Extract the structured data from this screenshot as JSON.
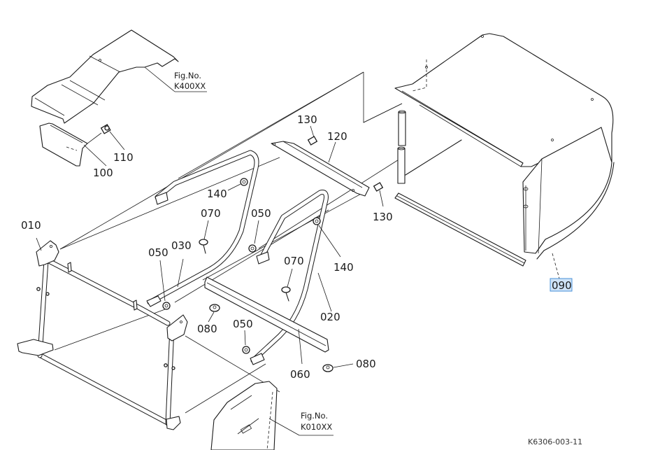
{
  "diagram": {
    "title": "Grass catcher frame parts diagram",
    "drawing_code": "K6306-003-11",
    "highlight_color": "#cfe3f7",
    "highlight_border": "#4a90d9",
    "figure_refs": [
      {
        "line1": "Fig.No.",
        "line2": "K400XX"
      },
      {
        "line1": "Fig.No.",
        "line2": "K010XX"
      }
    ],
    "part_labels": {
      "p010": "010",
      "p020": "020",
      "p030": "030",
      "p050a": "050",
      "p050b": "050",
      "p050c": "050",
      "p060": "060",
      "p070a": "070",
      "p070b": "070",
      "p080a": "080",
      "p080b": "080",
      "p090": "090",
      "p100": "100",
      "p110": "110",
      "p120": "120",
      "p130a": "130",
      "p130b": "130",
      "p140a": "140",
      "p140b": "140"
    },
    "selected_part": "090"
  }
}
